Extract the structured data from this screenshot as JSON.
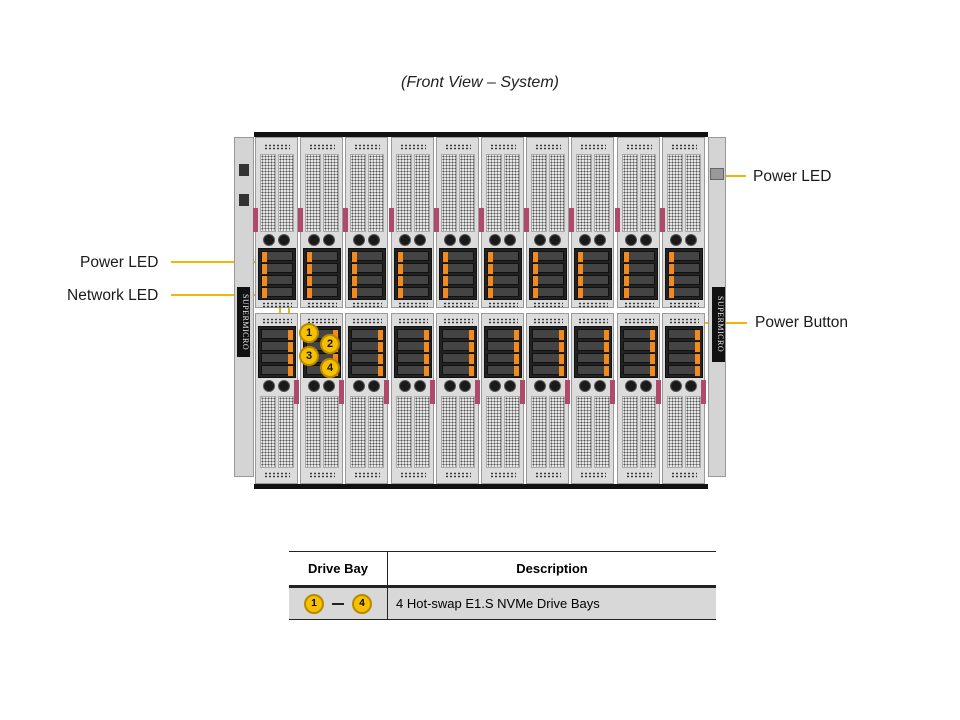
{
  "title": "(Front View – System)",
  "callouts": {
    "left": [
      {
        "label": "Power LED"
      },
      {
        "label": "Network LED"
      }
    ],
    "right": [
      {
        "label": "Power LED"
      },
      {
        "label": "Power Button"
      }
    ]
  },
  "chassis": {
    "brand": "SUPERMICRO",
    "node_columns": 10,
    "node_rows": 2,
    "drives_per_node": 4
  },
  "badges": [
    "1",
    "2",
    "3",
    "4"
  ],
  "colors": {
    "callout": "#f2b705",
    "badge": "#f6c000",
    "drive_latch": "#f28a1e",
    "handle": "#b04a6a"
  },
  "legend": {
    "headers": [
      "Drive Bay",
      "Description"
    ],
    "rows": [
      {
        "from": "1",
        "to": "4",
        "description": "4 Hot-swap E1.S NVMe Drive Bays"
      }
    ]
  }
}
